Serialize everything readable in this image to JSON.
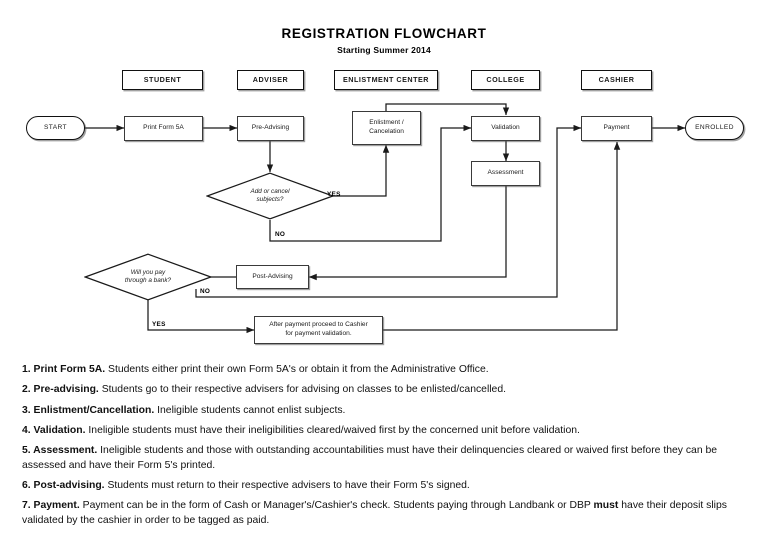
{
  "header": {
    "title": "REGISTRATION FLOWCHART",
    "subtitle": "Starting Summer 2014"
  },
  "lanes": [
    {
      "label": "STUDENT"
    },
    {
      "label": "ADVISER"
    },
    {
      "label": "ENLISTMENT CENTER"
    },
    {
      "label": "COLLEGE"
    },
    {
      "label": "CASHIER"
    }
  ],
  "nodes": {
    "start": "START",
    "print_form": "Print Form 5A",
    "pre_advising": "Pre-Advising",
    "enlistment": "Enlistment /\nCancelation",
    "validation": "Validation",
    "assessment": "Assessment",
    "payment": "Payment",
    "enrolled": "ENROLLED",
    "post_advising": "Post-Advising",
    "after_payment": "After payment proceed to Cashier\nfor payment validation."
  },
  "decisions": {
    "add_cancel": "Add or cancel\nsubjects?",
    "bank": "Will you pay\nthrough a bank?"
  },
  "edge_labels": {
    "add_cancel_yes": "YES",
    "add_cancel_no": "NO",
    "bank_no": "NO",
    "bank_yes": "YES"
  },
  "legend": [
    {
      "lead": "1. Print Form 5A.",
      "body": " Students either print their own Form 5A's or obtain it from the Administrative Office."
    },
    {
      "lead": "2. Pre-advising.",
      "body": " Students go to their respective advisers for advising on classes to be enlisted/cancelled."
    },
    {
      "lead": "3. Enlistment/Cancellation.",
      "body": " Ineligible students cannot enlist subjects."
    },
    {
      "lead": "4. Validation.",
      "body": " Ineligible students must have their ineligibilities cleared/waived first by the concerned unit before validation."
    },
    {
      "lead": "5. Assessment.",
      "body": " Ineligible students and those with outstanding accountabilities must have their delinquencies cleared or waived first before they can be assessed and have their Form 5's printed."
    },
    {
      "lead": "6. Post-advising.",
      "body": " Students must return to their respective advisers to have their Form 5's signed."
    },
    {
      "lead": "7. Payment.",
      "body_pre": " Payment can be in the form of Cash or Manager's/Cashier's check. Students paying through Landbank or DBP ",
      "body_strong": "must",
      "body_post": " have their deposit slips validated by the cashier in order to be tagged as paid."
    }
  ]
}
